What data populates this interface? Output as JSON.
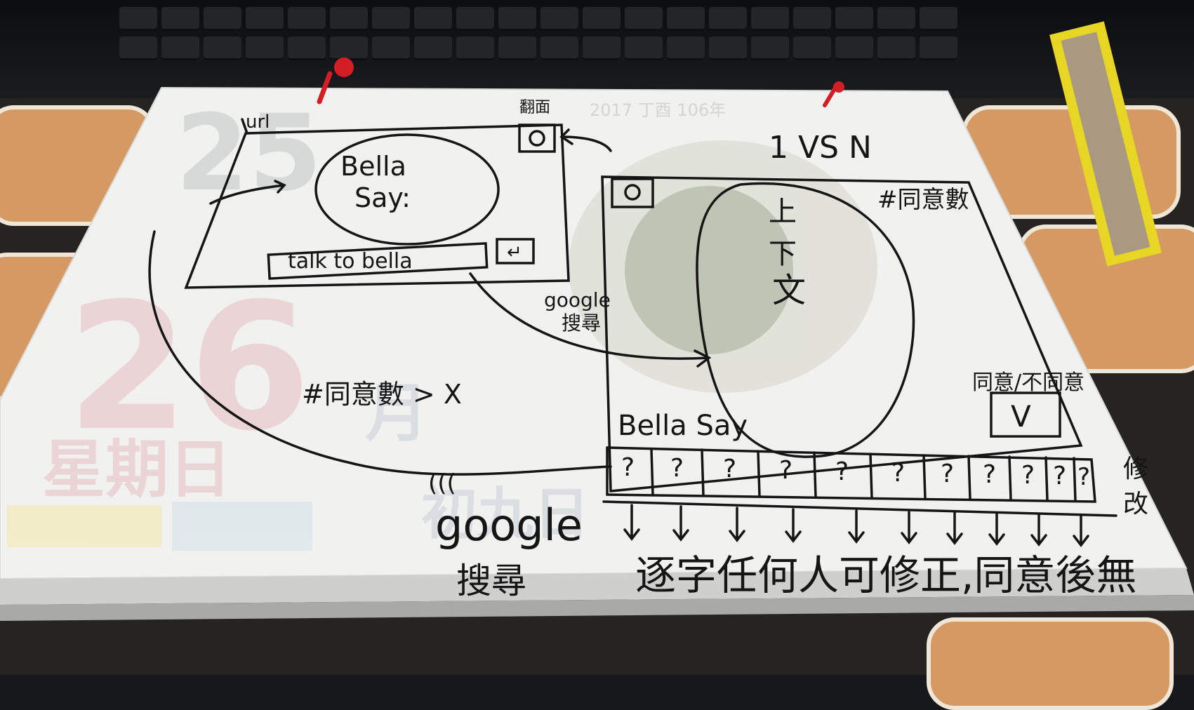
{
  "sketch": {
    "url_label": "url",
    "flip_label": "翻面",
    "versus_label": "1 VS N",
    "bella_bubble_line1": "Bella",
    "bella_bubble_line2": "Say:",
    "input_label": "talk to bella",
    "google_search_small_line1": "google",
    "google_search_small_line2": "搜尋",
    "agree_count_label": "#同意數",
    "context_line1": "上",
    "context_line2": "下",
    "context_line3": "文",
    "agree_disagree_label": "同意/不同意",
    "checkbox_mark": "V",
    "bella_say_label": "Bella Say",
    "word_cells": [
      "?",
      "?",
      "?",
      "?",
      "?",
      "?",
      "?",
      "?",
      "?",
      "?",
      "?"
    ],
    "agree_threshold_label": "#同意數 > X",
    "google_search_large_line1": "google",
    "google_search_large_line2": "搜尋",
    "modify_label_1": "修",
    "modify_label_2": "改",
    "bottom_note": "逐字任何人可修正,同意後無"
  },
  "calendar": {
    "big_number_top": "25",
    "big_number_main": "26",
    "weekday": "星期日",
    "month_label": "月",
    "lunar_day": "初九日",
    "year_line": "2017 丁酉 106年"
  },
  "colors": {
    "ink": "#151515",
    "paper": "#f1f1ef",
    "calendar_red": "#e7b8bd",
    "pushpin_red": "#d31e26"
  }
}
